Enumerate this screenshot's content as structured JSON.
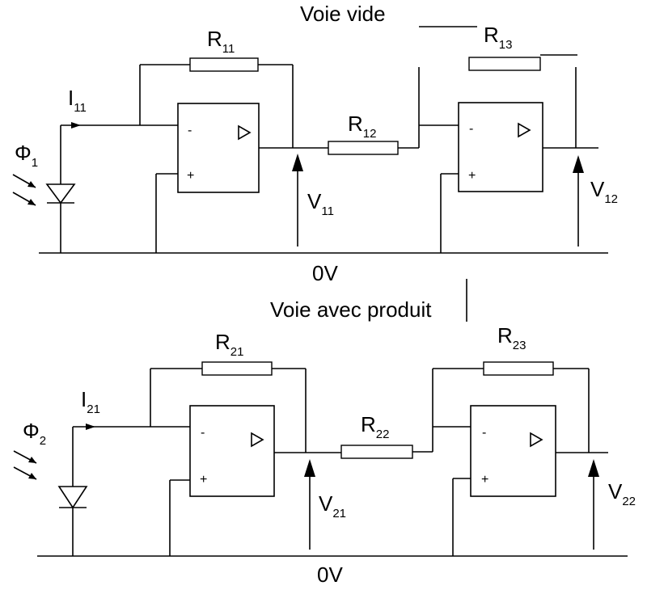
{
  "top_circuit": {
    "title": "Voie vide",
    "ground": "0V",
    "phi": {
      "letter": "Φ",
      "sub": "1"
    },
    "current": {
      "letter": "I",
      "sub": "11"
    },
    "resistors": [
      {
        "letter": "R",
        "sub": "11"
      },
      {
        "letter": "R",
        "sub": "12"
      },
      {
        "letter": "R",
        "sub": "13"
      }
    ],
    "voltages": [
      {
        "letter": "V",
        "sub": "11"
      },
      {
        "letter": "V",
        "sub": "12"
      }
    ]
  },
  "bottom_circuit": {
    "title": "Voie avec produit",
    "ground": "0V",
    "phi": {
      "letter": "Φ",
      "sub": "2"
    },
    "current": {
      "letter": "I",
      "sub": "21"
    },
    "resistors": [
      {
        "letter": "R",
        "sub": "21"
      },
      {
        "letter": "R",
        "sub": "22"
      },
      {
        "letter": "R",
        "sub": "23"
      }
    ],
    "voltages": [
      {
        "letter": "V",
        "sub": "21"
      },
      {
        "letter": "V",
        "sub": "22"
      }
    ]
  },
  "opamp_pins": {
    "inverting": "-",
    "non_inverting": "+",
    "output_symbol": "▷"
  }
}
